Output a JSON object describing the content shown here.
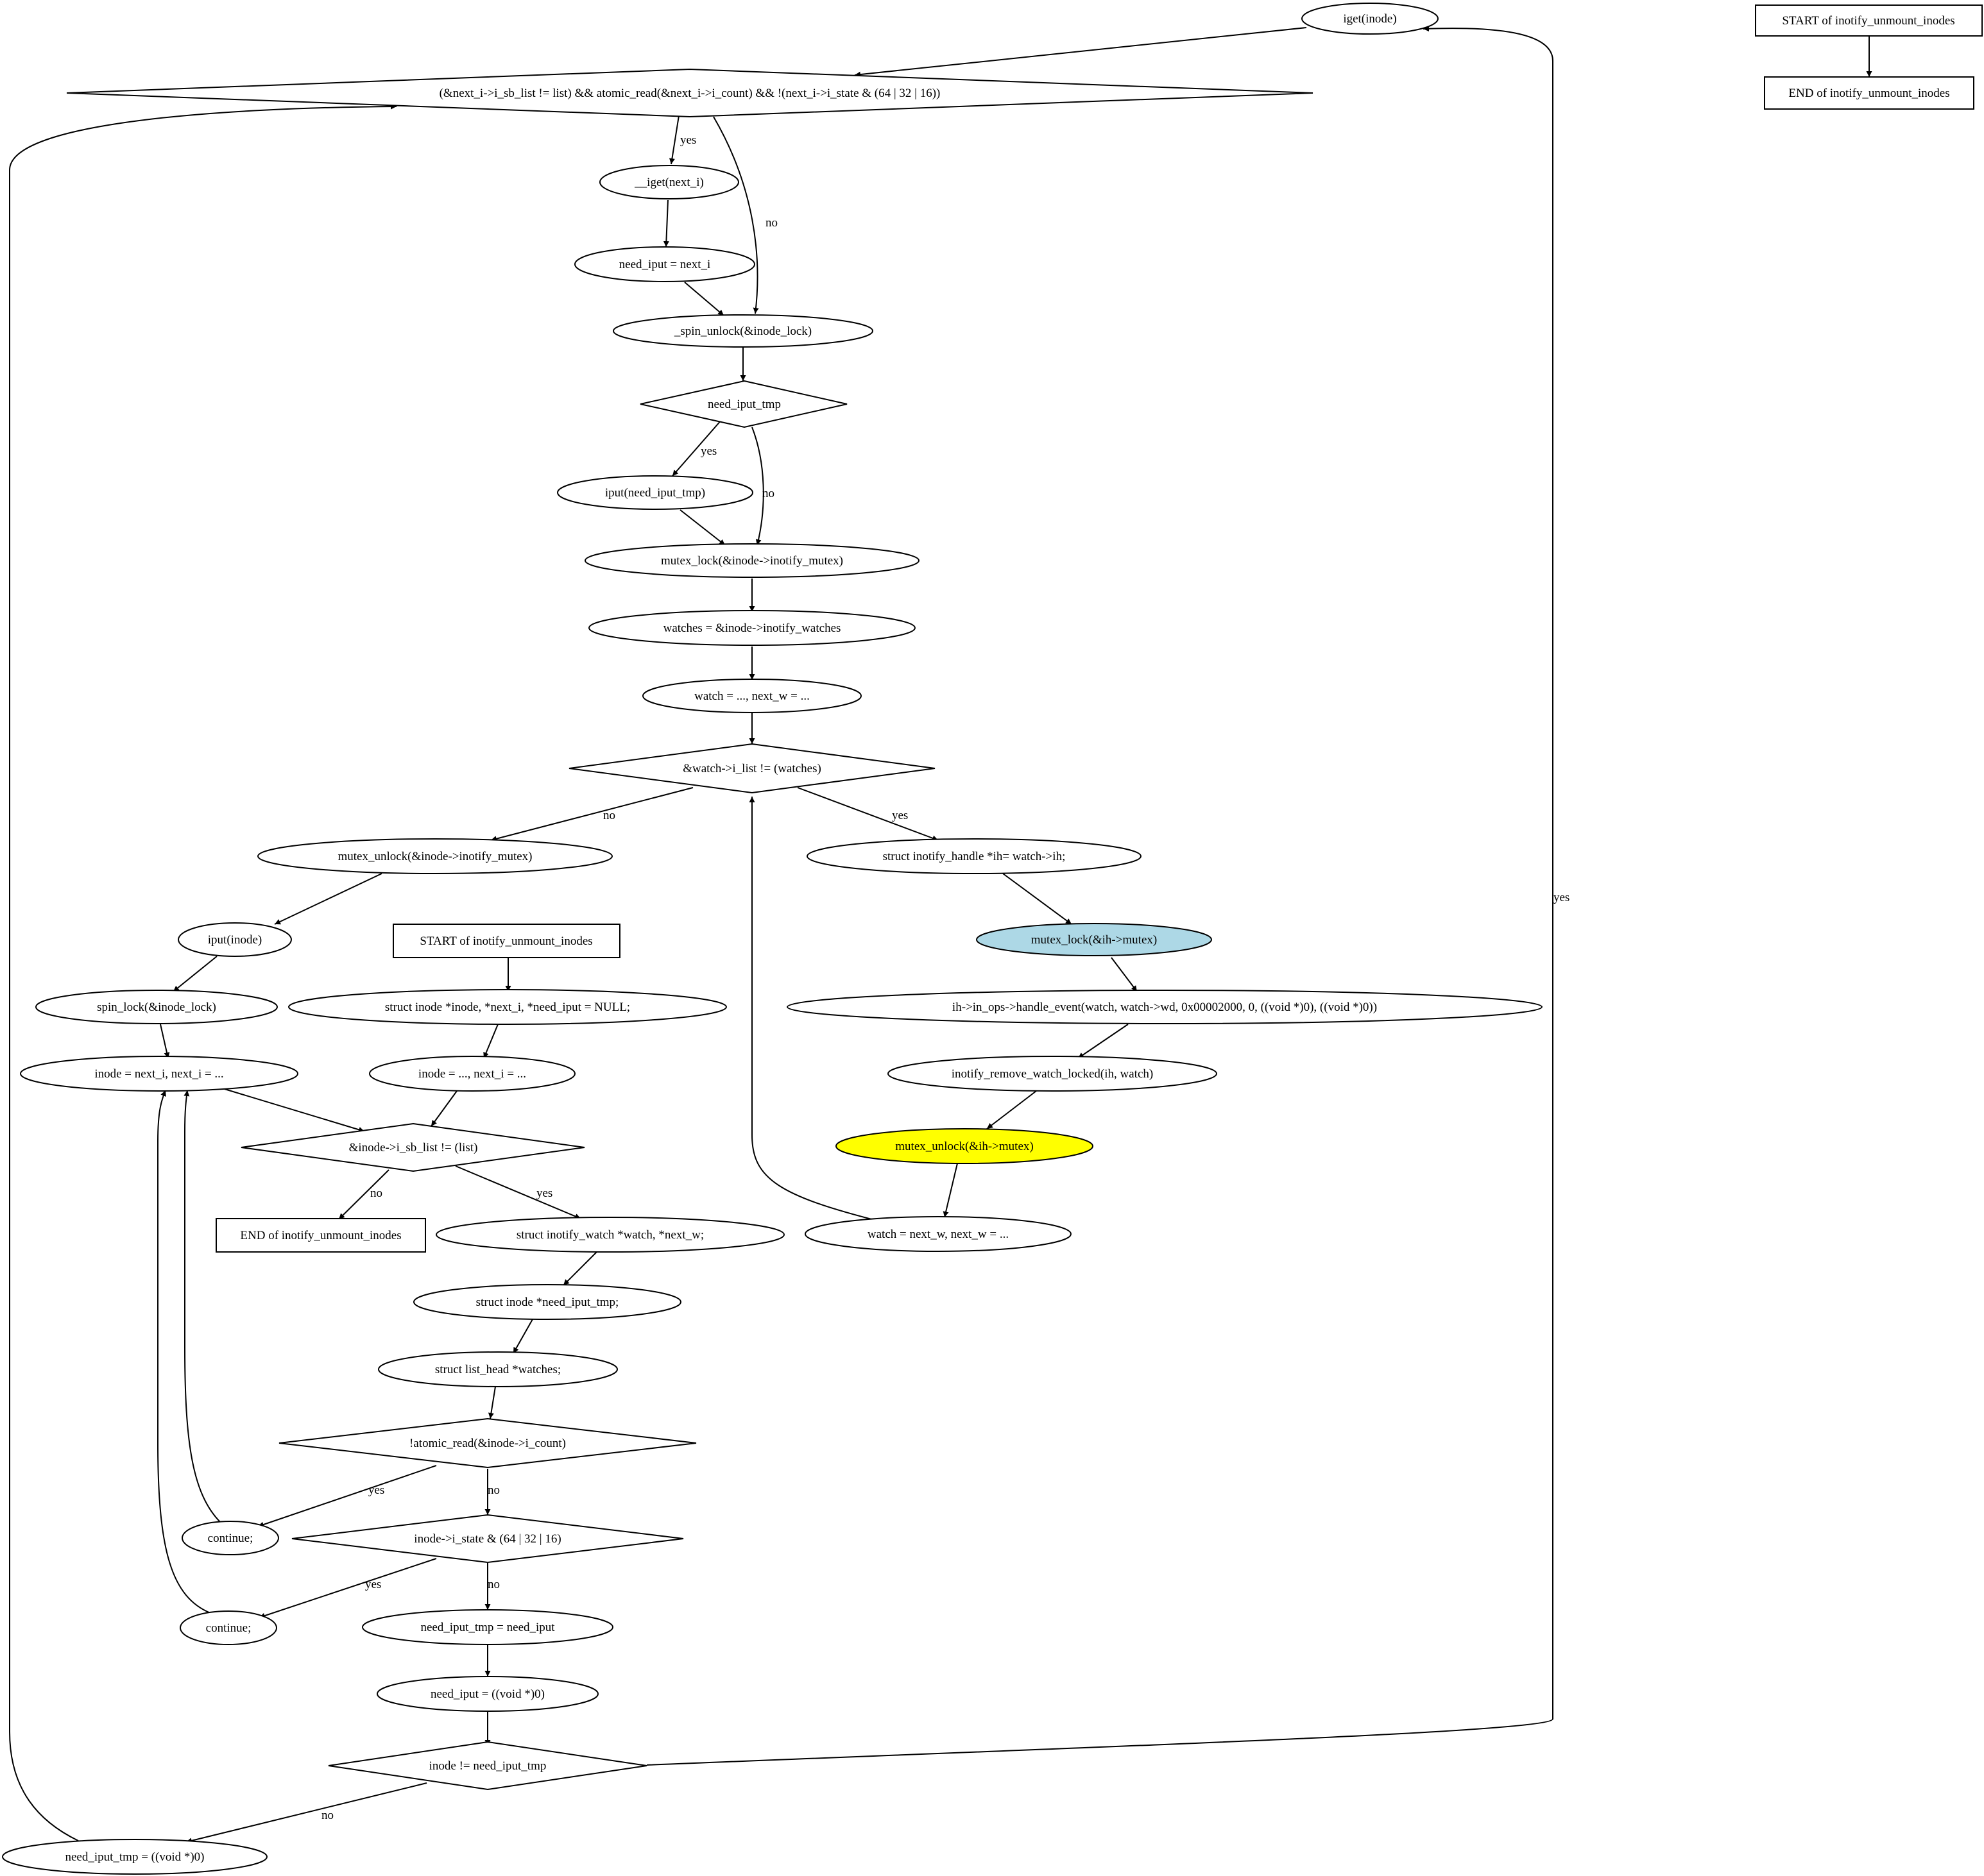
{
  "nodes": {
    "iget": "iget(inode)",
    "start_a": "START of inotify_unmount_inodes",
    "end_a": "END of inotify_unmount_inodes",
    "cond_next": "(&next_i->i_sb_list != list) && atomic_read(&next_i->i_count) && !(next_i->i_state & (64 | 32 | 16))",
    "iget_next": "__iget(next_i)",
    "need_iput_next": "need_iput = next_i",
    "spin_unlock": "_spin_unlock(&inode_lock)",
    "cond_need": "need_iput_tmp",
    "iput_need": "iput(need_iput_tmp)",
    "mutex_lock_inode": "mutex_lock(&inode->inotify_mutex)",
    "watches_assign": "watches = &inode->inotify_watches",
    "watch_init": "watch = ..., next_w = ...",
    "cond_watch": "&watch->i_list != (watches)",
    "mutex_unlock_inode": "mutex_unlock(&inode->inotify_mutex)",
    "ih_decl": "struct inotify_handle *ih= watch->ih;",
    "iput_inode": "iput(inode)",
    "start_b": "START of inotify_unmount_inodes",
    "mutex_lock_ih": "mutex_lock(&ih->mutex)",
    "spin_lock": "spin_lock(&inode_lock)",
    "decl_inode": "struct inode *inode, *next_i, *need_iput = NULL;",
    "handle_event": "ih->in_ops->handle_event(watch, watch->wd, 0x00002000, 0, ((void *)0), ((void *)0))",
    "inode_next": "inode = next_i, next_i = ...",
    "inode_init": "inode = ..., next_i = ...",
    "remove_watch": "inotify_remove_watch_locked(ih, watch)",
    "cond_sb": "&inode->i_sb_list != (list)",
    "mutex_unlock_ih": "mutex_unlock(&ih->mutex)",
    "end_b": "END of inotify_unmount_inodes",
    "decl_watch": "struct inotify_watch *watch, *next_w;",
    "watch_next": "watch = next_w, next_w = ...",
    "decl_tmp": "struct inode *need_iput_tmp;",
    "decl_watches": "struct list_head *watches;",
    "cond_count": "!atomic_read(&inode->i_count)",
    "continue_1": "continue;",
    "cond_state": "inode->i_state & (64 | 32 | 16)",
    "continue_2": "continue;",
    "tmp_assign": "need_iput_tmp = need_iput",
    "need_null": "need_iput = ((void *)0)",
    "cond_ne": "inode != need_iput_tmp",
    "tmp_null": "need_iput_tmp = ((void *)0)"
  },
  "edge_labels": {
    "yes": "yes",
    "no": "no"
  },
  "colors": {
    "highlight_blue": "#add8e6",
    "highlight_yellow": "#ffff00",
    "stroke": "#000000",
    "background": "#ffffff"
  }
}
